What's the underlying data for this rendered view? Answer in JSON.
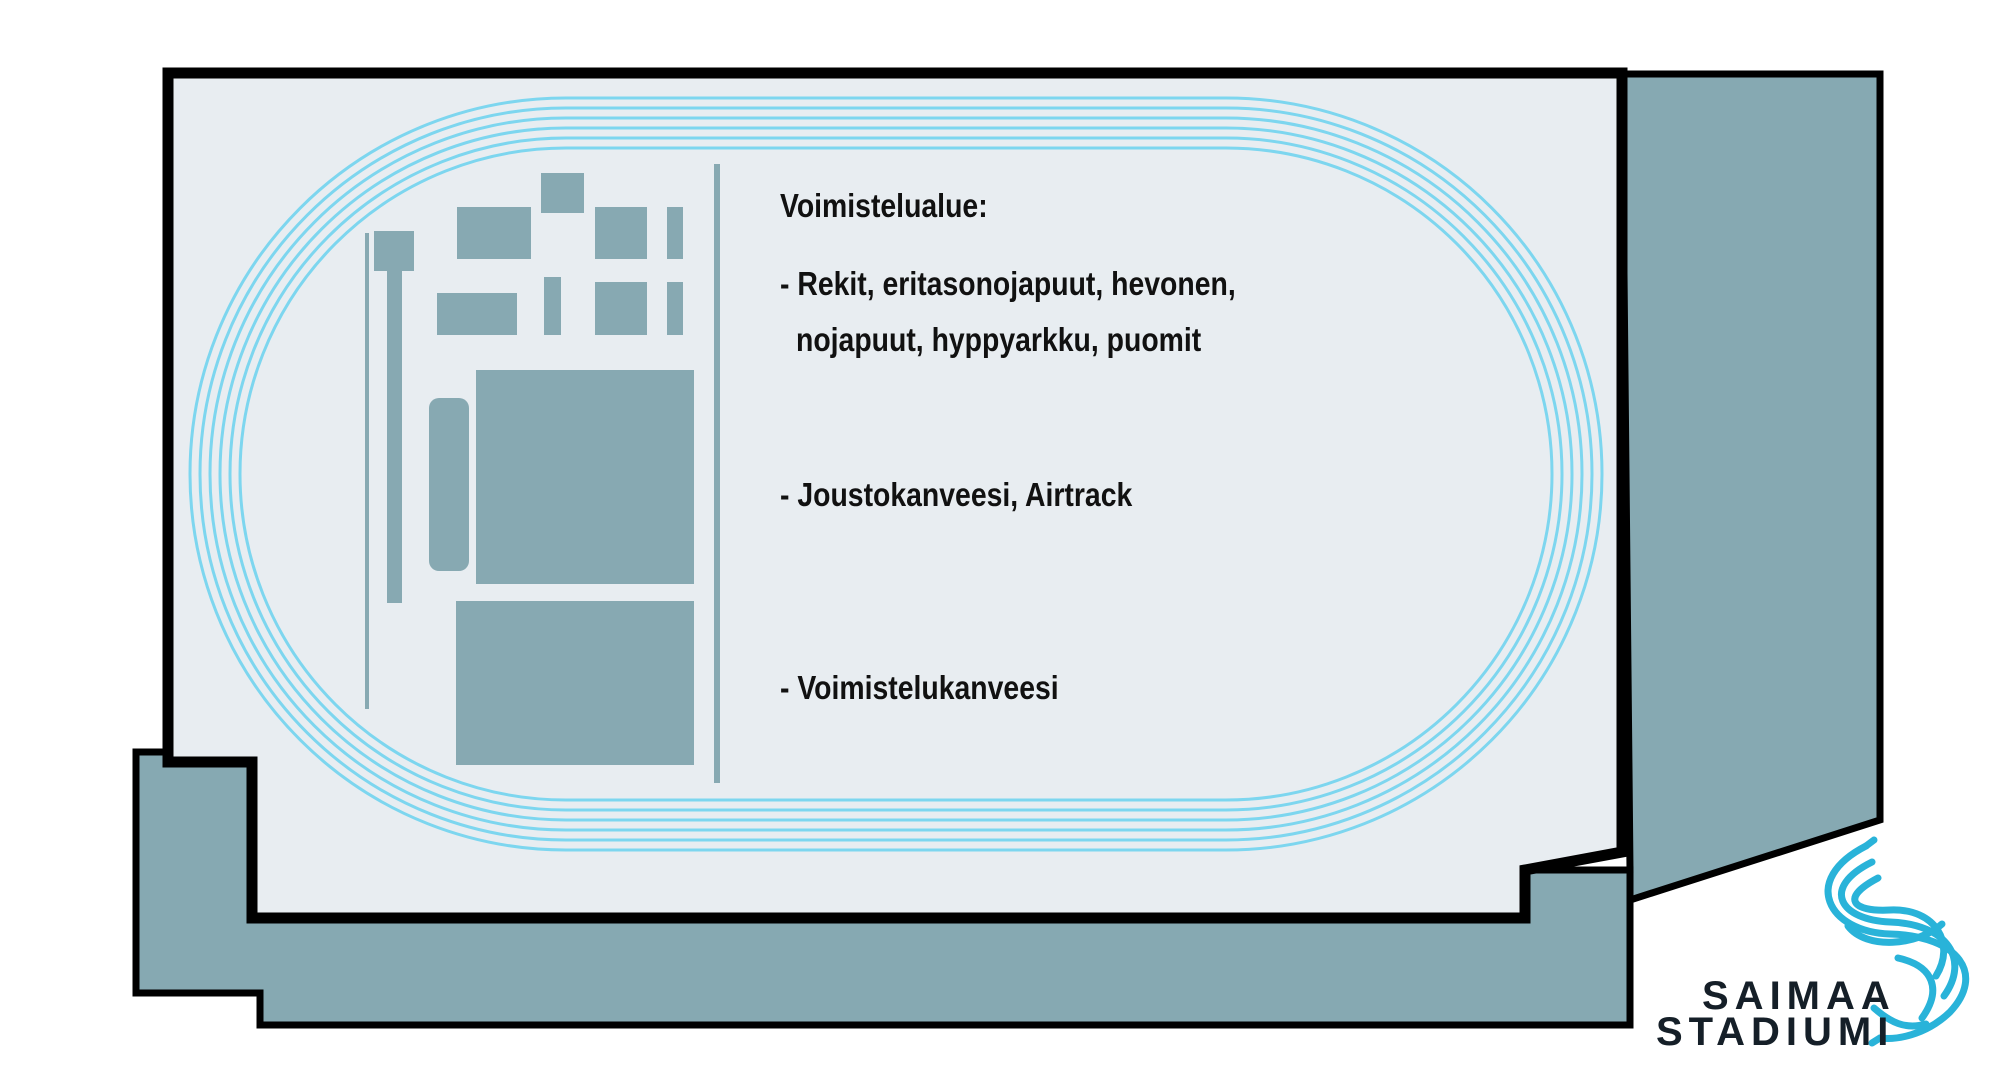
{
  "map": {
    "legend": {
      "title": "Voimistelualue:",
      "items": [
        "- Rekit, eritasonojapuut, hevonen,",
        "nojapuut, hyppyarkku, puomit",
        "- Joustokanveesi, Airtrack",
        "- Voimistelukanveesi"
      ]
    },
    "brand": {
      "line1": "SAIMAA",
      "line2": "STADIUMI"
    },
    "colors": {
      "floor": "#e8edf1",
      "stands": "#86a9b2",
      "equipment": "#87a9b2",
      "track_lines": "#7dd6ef",
      "outline": "#000000",
      "logo": "#29b3d9"
    },
    "icons": [
      "running-track",
      "gymnastics-equipment",
      "saimaa-stadium-logo"
    ]
  }
}
